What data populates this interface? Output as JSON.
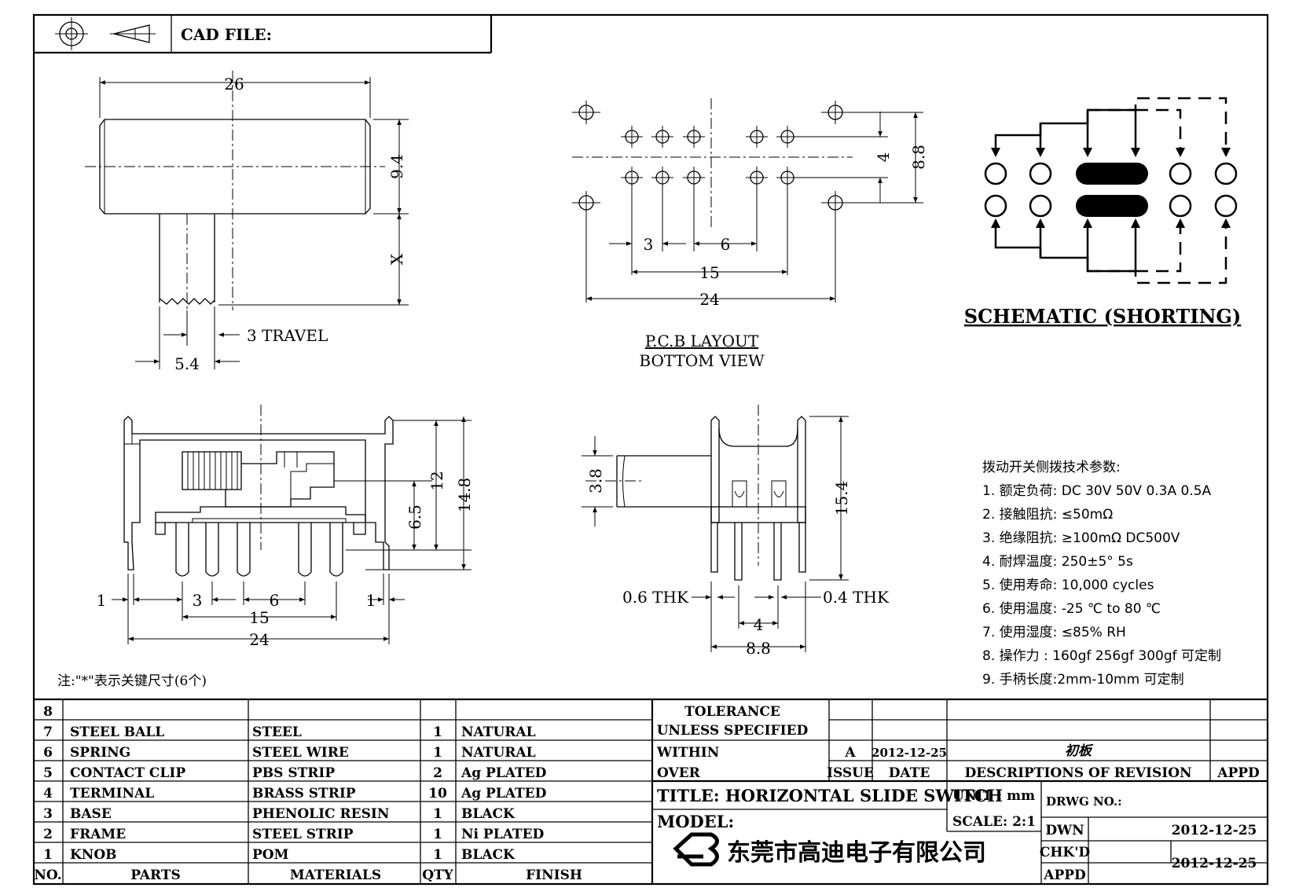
{
  "header": {
    "cad_file_label": "CAD FILE:"
  },
  "top_view": {
    "dim_width": "26",
    "dim_height": "9.4",
    "dim_x": "X",
    "dim_travel": "3 TRAVEL",
    "dim_knob": "5.4"
  },
  "pcb_layout": {
    "dim_3": "3",
    "dim_6": "6",
    "dim_15": "15",
    "dim_24": "24",
    "dim_4": "4",
    "dim_8_8": "8.8",
    "caption_line1": "P.C.B LAYOUT",
    "caption_line2": "BOTTOM VIEW"
  },
  "schematic": {
    "caption": "SCHEMATIC (SHORTING)"
  },
  "front_view": {
    "dim_12": "12",
    "dim_14_8": "14.8",
    "dim_6_5": "6.5",
    "dim_1_left": "1",
    "dim_3": "3",
    "dim_6": "6",
    "dim_1_right": "1",
    "dim_15": "15",
    "dim_24": "24"
  },
  "side_view": {
    "dim_3_8": "3.8",
    "dim_15_4": "15.4",
    "dim_0_6": "0.6 THK",
    "dim_0_4": "0.4 THK",
    "dim_4": "4",
    "dim_8_8": "8.8"
  },
  "specs": {
    "title": "拨动开关侧拨技术参数:",
    "items": [
      "1.  额定负荷: DC 30V    50V    0.3A    0.5A",
      "2.  接触阻抗: ≤50mΩ",
      "3.  绝缘阻抗: ≥100mΩ  DC500V",
      "4.  耐焊温度: 250±5°  5s",
      "5.  使用寿命: 10,000 cycles",
      "6.  使用温度: -25 ℃  to 80 ℃",
      "7.  使用湿度: ≤85% RH",
      "8.  操作力 : 160gf   256gf   300gf  可定制",
      "9.  手柄长度:2mm-10mm  可定制"
    ]
  },
  "note": "注:\"*\"表示关键尺寸(6个)",
  "bom": {
    "header": {
      "no": "NO.",
      "parts": "PARTS",
      "materials": "MATERIALS",
      "qty": "QTY",
      "finish": "FINISH"
    },
    "rows": [
      {
        "no": "8",
        "part": "",
        "material": "",
        "qty": "",
        "finish": ""
      },
      {
        "no": "7",
        "part": "STEEL BALL",
        "material": "STEEL",
        "qty": "1",
        "finish": "NATURAL"
      },
      {
        "no": "6",
        "part": "SPRING",
        "material": "STEEL WIRE",
        "qty": "1",
        "finish": "NATURAL"
      },
      {
        "no": "5",
        "part": "CONTACT CLIP",
        "material": "PBS STRIP",
        "qty": "2",
        "finish": "Ag PLATED"
      },
      {
        "no": "4",
        "part": "TERMINAL",
        "material": "BRASS STRIP",
        "qty": "10",
        "finish": "Ag PLATED"
      },
      {
        "no": "3",
        "part": "BASE",
        "material": "PHENOLIC RESIN",
        "qty": "1",
        "finish": "BLACK"
      },
      {
        "no": "2",
        "part": "FRAME",
        "material": "STEEL STRIP",
        "qty": "1",
        "finish": "Ni PLATED"
      },
      {
        "no": "1",
        "part": "KNOB",
        "material": "POM",
        "qty": "1",
        "finish": "BLACK"
      }
    ]
  },
  "title_block": {
    "tolerance_1": "TOLERANCE",
    "tolerance_2": "UNLESS   SPECIFIED",
    "within": "WITHIN",
    "over": "OVER",
    "rev_issue": "A",
    "rev_date": "2012-12-25",
    "rev_desc": "初板",
    "issue_label": "ISSUE",
    "date_label": "DATE",
    "desc_label": "DESCRIPTIONS OF REVISION",
    "appd_label": "APPD",
    "title": "TITLE: HORIZONTAL SLIDE SWITCH",
    "unit": "UNIT : mm",
    "drwg_no": "DRWG NO.:",
    "model": "MODEL:",
    "scale": "SCALE: 2:1",
    "dwn": "DWN",
    "dwn_date": "2012-12-25",
    "chkd": "CHK'D",
    "appd": "APPD",
    "appd_date": "2012-12-25",
    "company": "东莞市高迪电子有限公司"
  }
}
